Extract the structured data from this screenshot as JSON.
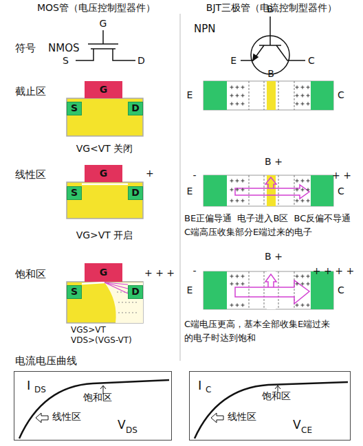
{
  "diagram": {
    "nodes": [
      {
        "text": [
          "G"
        ]
      },
      {
        "text": [
          "S"
        ]
      },
      {
        "text": [
          "D"
        ]
      },
      {
        "text": [
          "G"
        ]
      },
      {
        "text": [
          "S"
        ]
      },
      {
        "text": [
          "D"
        ]
      },
      {
        "text": [
          "G"
        ]
      },
      {
        "text": [
          "S"
        ]
      },
      {
        "text": [
          "D"
        ]
      },
      {
        "text": [
          "I",
          "DS",
          "饱和区",
          "线性区",
          "V",
          "DS"
        ]
      },
      {
        "text": [
          "I",
          "C",
          "饱和区",
          "线性区",
          "V",
          "CE"
        ]
      }
    ],
    "labels": [
      "MOS管（电压控制型器件）",
      "BJT三极管（电流控制型器件）",
      "符号",
      "NMOS",
      "G",
      "S",
      "D",
      "NPN",
      "B",
      "E",
      "C",
      "截止区",
      "B",
      "E",
      "C",
      "VG<VT 关闭",
      "线性区",
      "+",
      "B +",
      "-",
      "E",
      "+ +",
      "C",
      "BE正偏导通  电子进入B区  BC反偏不导通",
      "C端高压收集部分E端过来的电子",
      "VG>VT 开启",
      "饱和区",
      "+ + +",
      "B +",
      "-",
      "E",
      "+ + + +",
      "C",
      "VGS>VT",
      "VDS>(VGS-VT)",
      "C端电压更高，基本全部收集E端过来",
      "的电子时达到饱和",
      "电流电压曲线"
    ]
  }
}
